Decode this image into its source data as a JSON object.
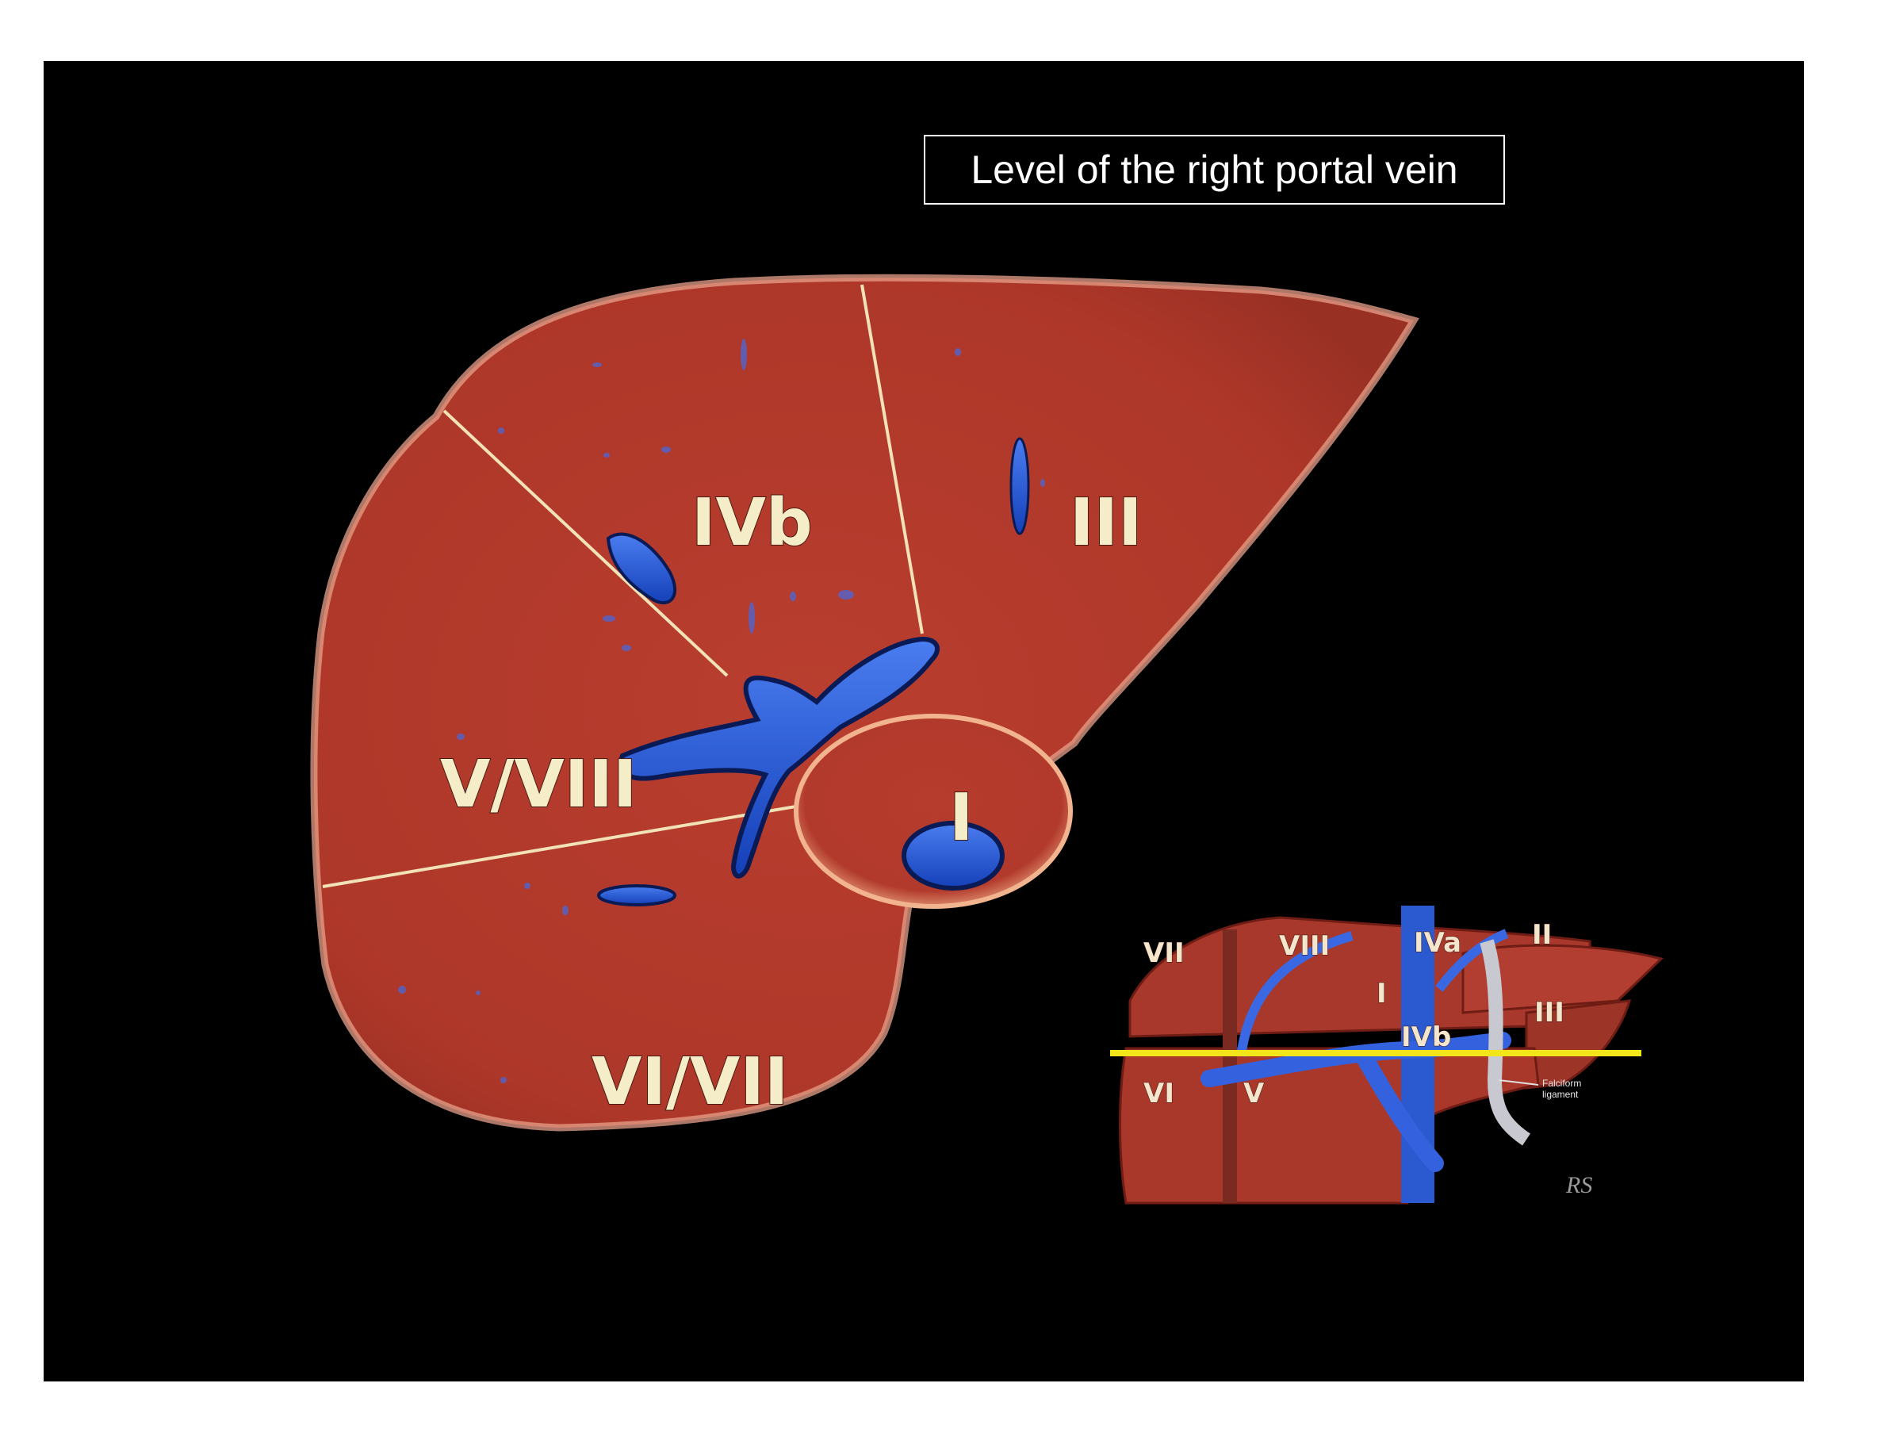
{
  "title": "Level of the right portal vein",
  "segments": {
    "ivb": "IVb",
    "iii": "III",
    "v_viii": "V/VIII",
    "i": "I",
    "vi_vii": "VI/VII"
  },
  "inset": {
    "labels": {
      "vii": "VII",
      "viii": "VIII",
      "iva": "IVa",
      "ii": "II",
      "iii": "III",
      "i": "I",
      "ivb": "IVb",
      "vi": "VI",
      "v": "V"
    },
    "falciform_line1": "Falciform",
    "falciform_line2": "ligament",
    "signature": "RS"
  },
  "colors": {
    "background": "#000000",
    "liver": "#b23a2c",
    "liver_edge": "#e7a08a",
    "vessel": "#1f52d6",
    "segment_line": "#f2e2b8",
    "level_line": "#f2e51a"
  },
  "icons": {
    "liver": "liver-cross-section-illustration",
    "inset": "liver-anterior-view-inset",
    "signature": "artist-signature-mark"
  }
}
